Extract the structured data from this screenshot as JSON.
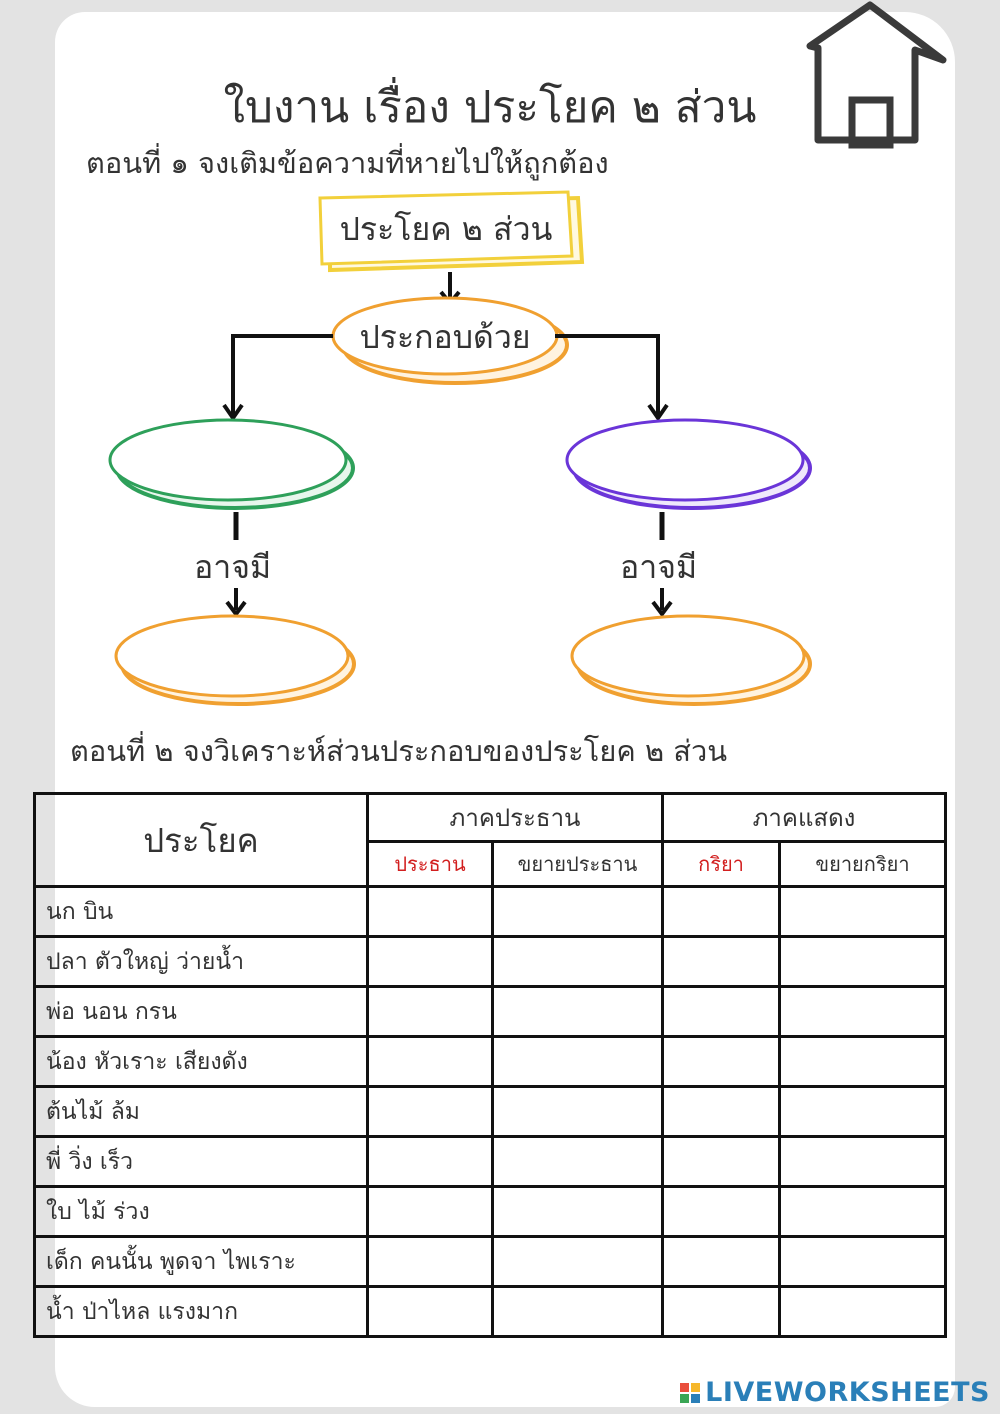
{
  "title": "ใบงาน เรื่อง ประโยค ๒ ส่วน",
  "part1": "ตอนที่ ๑ จงเติมข้อความที่หายไปให้ถูกต้อง",
  "diagram": {
    "top_box": "ประโยค ๒ ส่วน",
    "mid_box": "ประกอบด้วย",
    "left_box": "",
    "right_box": "",
    "left_may": "อาจมี",
    "right_may": "อาจมี",
    "left_bottom_box": "",
    "right_bottom_box": ""
  },
  "part2": "ตอนที่ ๒ จงวิเคราะห์ส่วนประกอบของประโยค ๒ ส่วน",
  "table": {
    "col_sentence": "ประโยค",
    "group_subject": "ภาคประธาน",
    "group_predicate": "ภาคแสดง",
    "sub_subject": "ประธาน",
    "sub_subject_mod": "ขยายประธาน",
    "sub_verb": "กริยา",
    "sub_verb_mod": "ขยายกริยา",
    "rows": [
      "นก บิน",
      "ปลา ตัวใหญ่ ว่ายน้ำ",
      "พ่อ นอน กรน",
      "น้อง หัวเราะ เสียงดัง",
      "ต้นไม้ ล้ม",
      "พี่ วิ่ง เร็ว",
      "ใบ ไม้ ร่วง",
      "เด็ก คนนั้น พูดจา ไพเราะ",
      "น้ำ ป่าไหล แรงมาก"
    ]
  },
  "logo_text": "LIVEWORKSHEETS",
  "colors": {
    "yellow": "#f2d03b",
    "orange": "#f0a030",
    "green": "#2ea05a",
    "purple": "#6a35d8",
    "red_header": "#d21f1f",
    "logo_blue": "#2a7fb8"
  },
  "icons": [
    "home-icon",
    "liveworksheets-logo-icon"
  ]
}
